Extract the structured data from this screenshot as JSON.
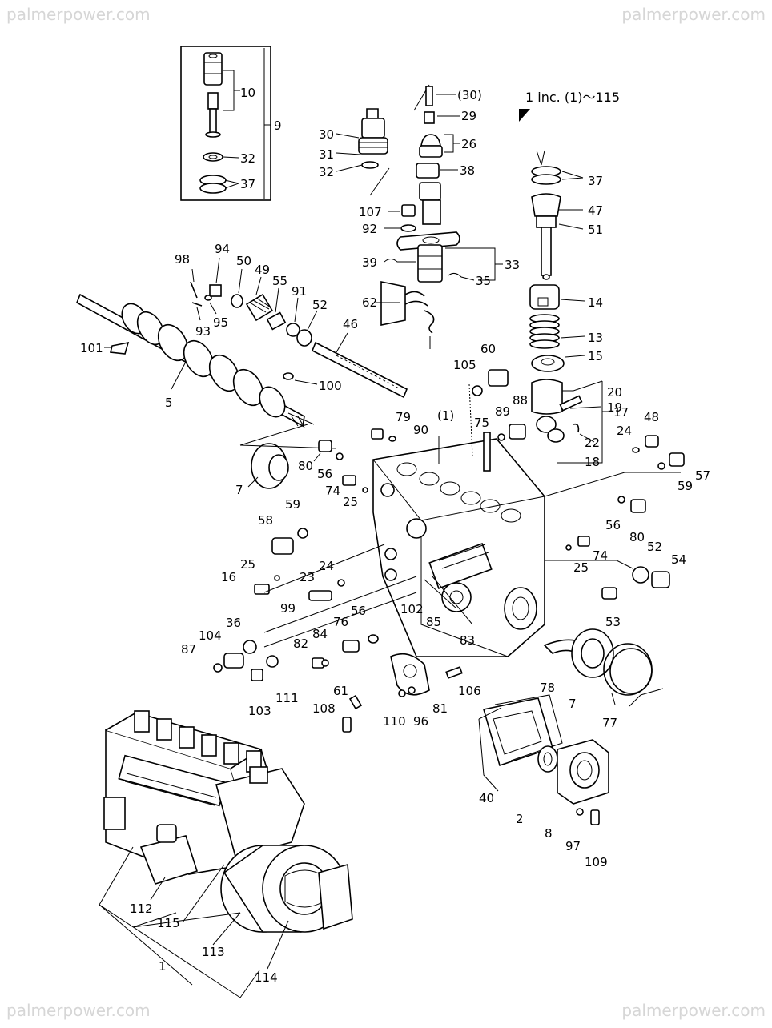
{
  "watermarks": {
    "top_left": "palmerpower.com",
    "top_right": "palmerpower.com",
    "bottom_left": "palmerpower.com",
    "bottom_right": "palmerpower.com"
  },
  "assembly_note": "1 inc. (1)～115",
  "callouts": [
    {
      "id": "c10",
      "label": "10"
    },
    {
      "id": "c9",
      "label": "9"
    },
    {
      "id": "c32a",
      "label": "32"
    },
    {
      "id": "c37a",
      "label": "37"
    },
    {
      "id": "c30p",
      "label": "(30)"
    },
    {
      "id": "c29",
      "label": "29"
    },
    {
      "id": "c26",
      "label": "26"
    },
    {
      "id": "c30",
      "label": "30"
    },
    {
      "id": "c31",
      "label": "31"
    },
    {
      "id": "c32b",
      "label": "32"
    },
    {
      "id": "c38",
      "label": "38"
    },
    {
      "id": "c107",
      "label": "107"
    },
    {
      "id": "c92",
      "label": "92"
    },
    {
      "id": "c39",
      "label": "39"
    },
    {
      "id": "c33",
      "label": "33"
    },
    {
      "id": "c35",
      "label": "35"
    },
    {
      "id": "c62",
      "label": "62"
    },
    {
      "id": "c37b",
      "label": "37"
    },
    {
      "id": "c47",
      "label": "47"
    },
    {
      "id": "c51",
      "label": "51"
    },
    {
      "id": "c14",
      "label": "14"
    },
    {
      "id": "c13",
      "label": "13"
    },
    {
      "id": "c15",
      "label": "15"
    },
    {
      "id": "c98",
      "label": "98"
    },
    {
      "id": "c94",
      "label": "94"
    },
    {
      "id": "c50",
      "label": "50"
    },
    {
      "id": "c49",
      "label": "49"
    },
    {
      "id": "c55",
      "label": "55"
    },
    {
      "id": "c91",
      "label": "91"
    },
    {
      "id": "c52a",
      "label": "52"
    },
    {
      "id": "c93",
      "label": "93"
    },
    {
      "id": "c95",
      "label": "95"
    },
    {
      "id": "c46",
      "label": "46"
    },
    {
      "id": "c101",
      "label": "101"
    },
    {
      "id": "c5",
      "label": "5"
    },
    {
      "id": "c100",
      "label": "100"
    },
    {
      "id": "c60",
      "label": "60"
    },
    {
      "id": "c105",
      "label": "105"
    },
    {
      "id": "c88",
      "label": "88"
    },
    {
      "id": "c20",
      "label": "20"
    },
    {
      "id": "c19",
      "label": "19"
    },
    {
      "id": "c17",
      "label": "17"
    },
    {
      "id": "c22",
      "label": "22"
    },
    {
      "id": "c18",
      "label": "18"
    },
    {
      "id": "c79",
      "label": "79"
    },
    {
      "id": "c90",
      "label": "90"
    },
    {
      "id": "c1p",
      "label": "(1)"
    },
    {
      "id": "c75",
      "label": "75"
    },
    {
      "id": "c89",
      "label": "89"
    },
    {
      "id": "c48",
      "label": "48"
    },
    {
      "id": "c24a",
      "label": "24"
    },
    {
      "id": "c80a",
      "label": "80"
    },
    {
      "id": "c56a",
      "label": "56"
    },
    {
      "id": "c7a",
      "label": "7"
    },
    {
      "id": "c74a",
      "label": "74"
    },
    {
      "id": "c25a",
      "label": "25"
    },
    {
      "id": "c57",
      "label": "57"
    },
    {
      "id": "c59a",
      "label": "59"
    },
    {
      "id": "c58",
      "label": "58"
    },
    {
      "id": "c59b",
      "label": "59"
    },
    {
      "id": "c56b",
      "label": "56"
    },
    {
      "id": "c80b",
      "label": "80"
    },
    {
      "id": "c25b",
      "label": "25"
    },
    {
      "id": "c16",
      "label": "16"
    },
    {
      "id": "c23",
      "label": "23"
    },
    {
      "id": "c24b",
      "label": "24"
    },
    {
      "id": "c99",
      "label": "99"
    },
    {
      "id": "c74b",
      "label": "74"
    },
    {
      "id": "c52b",
      "label": "52"
    },
    {
      "id": "c54",
      "label": "54"
    },
    {
      "id": "c25c",
      "label": "25"
    },
    {
      "id": "c102",
      "label": "102"
    },
    {
      "id": "c85",
      "label": "85"
    },
    {
      "id": "c53",
      "label": "53"
    },
    {
      "id": "c36",
      "label": "36"
    },
    {
      "id": "c104",
      "label": "104"
    },
    {
      "id": "c87",
      "label": "87"
    },
    {
      "id": "c56c",
      "label": "56"
    },
    {
      "id": "c76",
      "label": "76"
    },
    {
      "id": "c84",
      "label": "84"
    },
    {
      "id": "c82",
      "label": "82"
    },
    {
      "id": "c83",
      "label": "83"
    },
    {
      "id": "c103",
      "label": "103"
    },
    {
      "id": "c111",
      "label": "111"
    },
    {
      "id": "c78",
      "label": "78"
    },
    {
      "id": "c7b",
      "label": "7"
    },
    {
      "id": "c106",
      "label": "106"
    },
    {
      "id": "c61",
      "label": "61"
    },
    {
      "id": "c108",
      "label": "108"
    },
    {
      "id": "c110",
      "label": "110"
    },
    {
      "id": "c96",
      "label": "96"
    },
    {
      "id": "c81",
      "label": "81"
    },
    {
      "id": "c77",
      "label": "77"
    },
    {
      "id": "c40",
      "label": "40"
    },
    {
      "id": "c2",
      "label": "2"
    },
    {
      "id": "c8",
      "label": "8"
    },
    {
      "id": "c97",
      "label": "97"
    },
    {
      "id": "c109",
      "label": "109"
    },
    {
      "id": "c112",
      "label": "112"
    },
    {
      "id": "c115",
      "label": "115"
    },
    {
      "id": "c113",
      "label": "113"
    },
    {
      "id": "c1",
      "label": "1"
    },
    {
      "id": "c114",
      "label": "114"
    }
  ]
}
